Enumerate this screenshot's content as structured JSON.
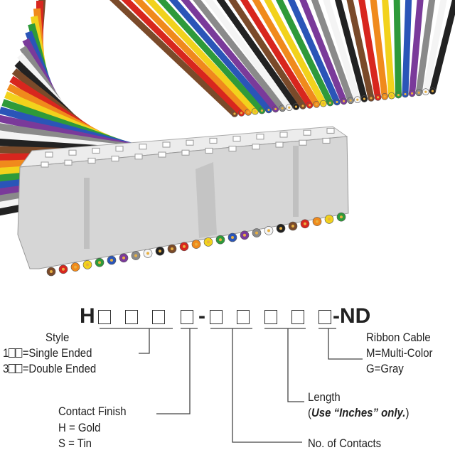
{
  "part_number": {
    "prefix": "H",
    "separator": "-",
    "suffix": "-ND"
  },
  "labels": {
    "style": {
      "title": "Style",
      "single_prefix": "1",
      "single": "=Single Ended",
      "double_prefix": "3",
      "double": "=Double Ended"
    },
    "contact_finish": {
      "title": "Contact Finish",
      "gold": "H = Gold",
      "tin": "S = Tin"
    },
    "contacts": {
      "title": "No. of Contacts"
    },
    "length": {
      "title": "Length",
      "note_open": "(",
      "note": "Use “Inches” only.",
      "note_close": ")"
    },
    "ribbon": {
      "title": "Ribbon Cable",
      "multi": "M=Multi-Color",
      "gray": "G=Gray"
    }
  },
  "wire_colors": [
    "#7a4a2a",
    "#d8261e",
    "#f08a1c",
    "#f2d21c",
    "#2e9a3a",
    "#2a55b8",
    "#7a3a9a",
    "#8a8a8a",
    "#f4f4f4",
    "#222222"
  ],
  "connector_color": "#d6d6d6"
}
